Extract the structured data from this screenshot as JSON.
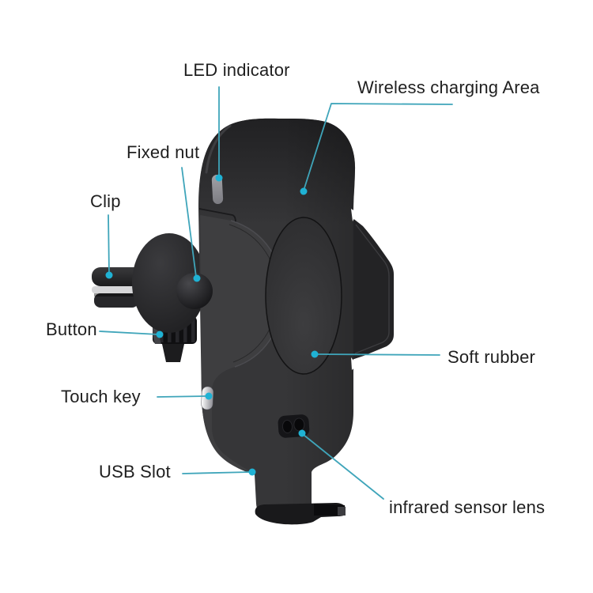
{
  "style": {
    "background": "#ffffff",
    "line_color": "#3fa5ba",
    "dot_color": "#1fb2d4",
    "text_color": "#1f1f1f",
    "device_body_color": "#363638",
    "led_color": "#8e8e92",
    "touch_key_color": "#f2f2f4"
  },
  "annotations": {
    "led_indicator": "LED indicator",
    "wireless_charging_area": "Wireless charging Area",
    "fixed_nut": "Fixed nut",
    "clip": "Clip",
    "button": "Button",
    "touch_key": "Touch key",
    "usb_slot": "USB Slot",
    "soft_rubber": "Soft rubber",
    "infrared_sensor_lens": "infrared sensor lens"
  }
}
